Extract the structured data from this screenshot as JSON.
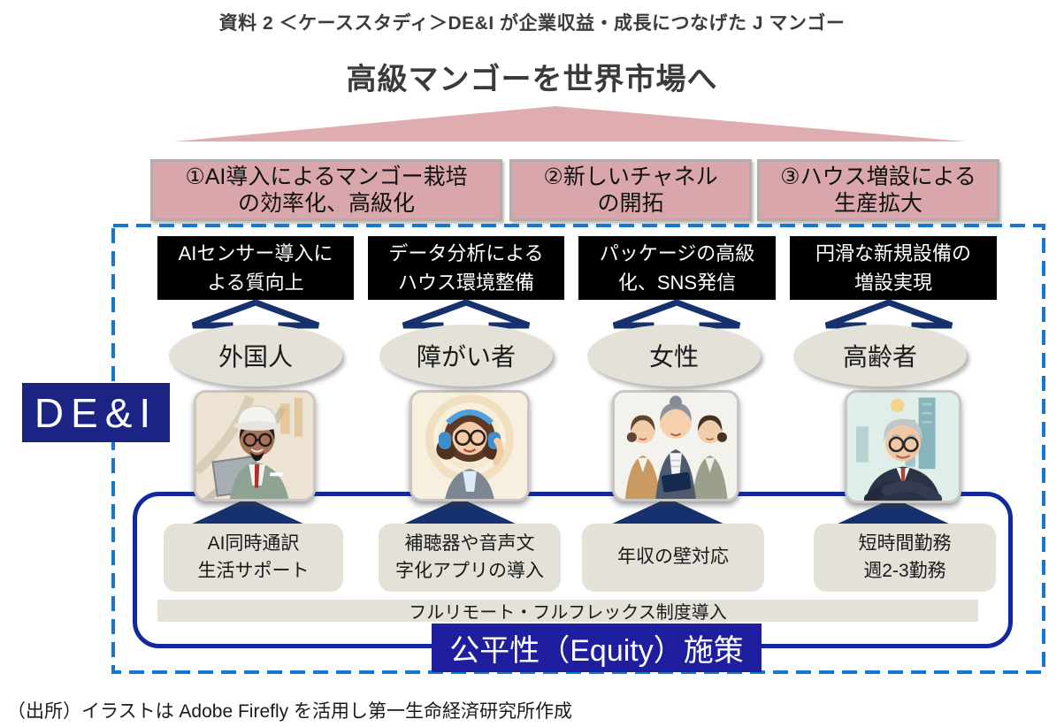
{
  "header": {
    "caption": "資料 2 ＜ケーススタディ＞DE&I が企業収益・成長につなげた J マンゴー",
    "title": "高級マンゴーを世界市場へ"
  },
  "strategies": [
    {
      "line1": "①AI導入によるマンゴー栽培",
      "line2": "の効率化、高級化"
    },
    {
      "line1": "②新しいチャネル",
      "line2": "の開拓"
    },
    {
      "line1": "③ハウス増設による",
      "line2": "生産拡大"
    }
  ],
  "outcomes": [
    {
      "line1": "AIセンサー導入に",
      "line2": "よる質向上"
    },
    {
      "line1": "データ分析による",
      "line2": "ハウス環境整備"
    },
    {
      "line1": "パッケージの高級",
      "line2": "化、SNS発信"
    },
    {
      "line1": "円滑な新規設備の",
      "line2": "増設実現"
    }
  ],
  "groups": [
    {
      "label": "外国人",
      "illustration": "foreign-worker-with-laptop"
    },
    {
      "label": "障がい者",
      "illustration": "woman-with-headset-hearing-aid"
    },
    {
      "label": "女性",
      "illustration": "three-businesswomen"
    },
    {
      "label": "高齢者",
      "illustration": "elderly-businessman-city"
    }
  ],
  "dei": {
    "label": "DE&I"
  },
  "equity": {
    "label": "公平性（Equity）施策"
  },
  "measures": [
    {
      "line1": "AI同時通訳",
      "line2": "生活サポート"
    },
    {
      "line1": "補聴器や音声文",
      "line2": "字化アプリの導入"
    },
    {
      "line1": "年収の壁対応",
      "line2": ""
    },
    {
      "line1": "短時間勤務",
      "line2": "週2-3勤務"
    }
  ],
  "shared_measure": "フルリモート・フルフレックス制度導入",
  "source": "（出所）イラストは Adobe Firefly を活用し第一生命経済研究所作成",
  "colors": {
    "pink_funnel": "#dfadb0",
    "pink_box": "#d9a7ab",
    "black_box": "#000000",
    "beige": "#e4e1d9",
    "navy_dark": "#16316d",
    "navy_box_dei": "#1b2385",
    "navy_box_equity": "#1e1e9e",
    "rounded_border": "#1228a0",
    "dashed_border": "#1577cf"
  }
}
